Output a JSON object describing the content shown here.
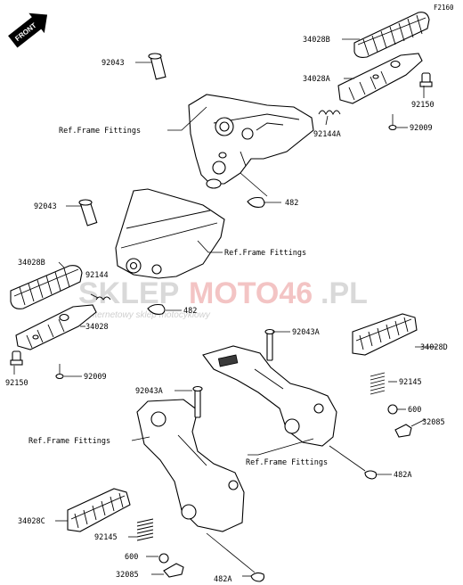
{
  "diagram_code": "F2160",
  "front_label": "FRONT",
  "watermark": {
    "part1": "SKLEP",
    "part2": "MOTO46",
    "part3": ".PL",
    "tagline": "Internetowy sklep motocyklowy"
  },
  "labels": {
    "upper_right_peg_rubber": "34028B",
    "upper_right_peg": "34028A",
    "upper_right_bolt": "92150",
    "upper_right_spring": "92144A",
    "upper_right_screw": "92009",
    "upper_bracket_pin": "92043",
    "upper_ref_frame": "Ref.Frame Fittings",
    "upper_pin_lower": "92043",
    "upper_clip": "482",
    "mid_ref_frame": "Ref.Frame Fittings",
    "left_peg_rubber": "34028B",
    "left_spring": "92144",
    "left_clip": "482",
    "left_peg": "34028",
    "left_bolt": "92150",
    "left_screw": "92009",
    "lower_right_pin": "92043A",
    "lower_right_peg": "34028D",
    "lower_right_spring": "92145",
    "lower_right_ball": "600",
    "lower_right_detent": "32085",
    "lower_right_clip": "482A",
    "lower_right_ref_frame": "Ref.Frame Fittings",
    "lower_left_pin": "92043A",
    "lower_left_ref_frame": "Ref.Frame Fittings",
    "lower_left_peg": "34028C",
    "lower_left_spring": "92145",
    "lower_left_ball": "600",
    "lower_left_detent": "32085",
    "lower_left_clip": "482A"
  }
}
